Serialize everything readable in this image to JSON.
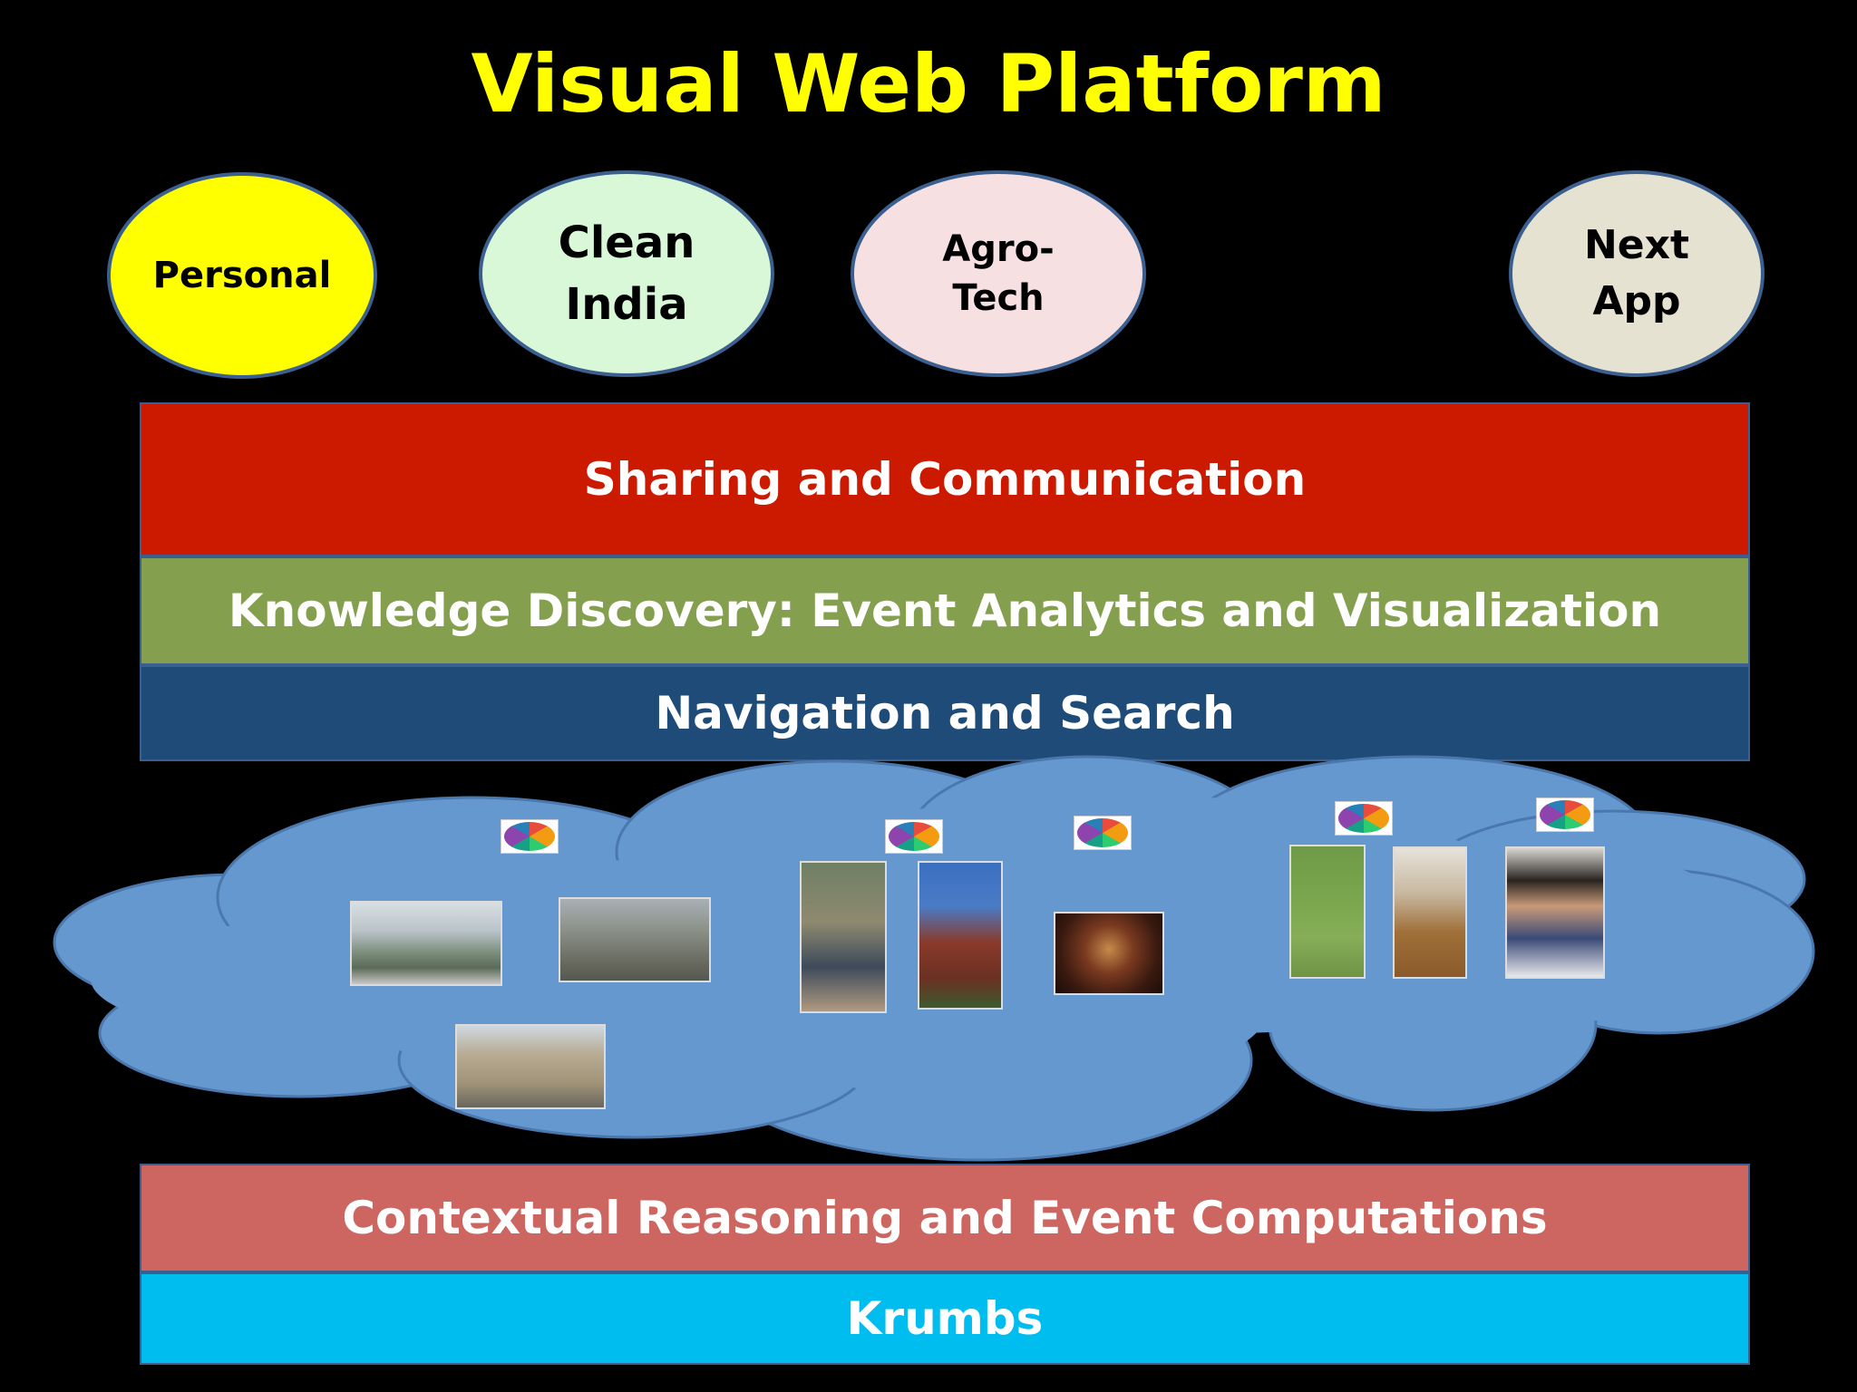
{
  "title": "Visual Web Platform",
  "apps": [
    {
      "label": "Personal",
      "color": "#ffff00"
    },
    {
      "label": "Clean\nIndia",
      "color": "#d8f8d8"
    },
    {
      "label": "Agro-\nTech",
      "color": "#f6e0e2"
    },
    {
      "label": "Next\nApp",
      "color": "#e6e2d2"
    }
  ],
  "layers": {
    "sharing": {
      "label": "Sharing and Communication",
      "color": "#cc1a00"
    },
    "knowledge": {
      "label": "Knowledge Discovery:  Event Analytics and Visualization",
      "color": "#84a04e"
    },
    "navigation": {
      "label": "Navigation and Search",
      "color": "#1f4b78"
    },
    "contextual": {
      "label": "Contextual Reasoning and Event Computations",
      "color": "#cd6660"
    },
    "krumbs": {
      "label": "Krumbs",
      "color": "#00bdf0"
    }
  },
  "cloud_color": "#6598cf",
  "cloud_photos": [
    {
      "icon": "fountain-photo"
    },
    {
      "icon": "city-aerial-photo"
    },
    {
      "icon": "theatre-building-photo"
    },
    {
      "icon": "group-portrait-photo"
    },
    {
      "icon": "red-tower-photo"
    },
    {
      "icon": "dinner-table-photo"
    },
    {
      "icon": "dog-on-grass-photo"
    },
    {
      "icon": "house-interior-photo"
    },
    {
      "icon": "smiling-person-photo"
    }
  ],
  "event_icon": "event-pie-icon"
}
